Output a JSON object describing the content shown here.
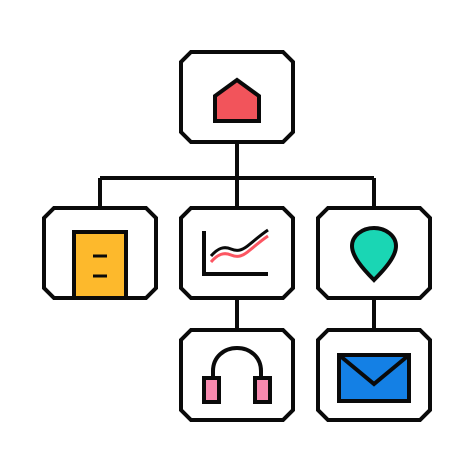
{
  "diagram": {
    "type": "site-map-hierarchy",
    "colors": {
      "outline": "#0a0a0a",
      "background": "#ffffff",
      "home": "#f2545b",
      "document": "#fdb92c",
      "chart_line": "#fc5662",
      "location_pin": "#1ad6b4",
      "headphones": "#f789ae",
      "envelope": "#1480e5"
    },
    "nodes": [
      {
        "id": "home",
        "icon": "home-icon",
        "level": 0
      },
      {
        "id": "document",
        "icon": "document-icon",
        "level": 1
      },
      {
        "id": "analytics",
        "icon": "line-chart-icon",
        "level": 1
      },
      {
        "id": "location",
        "icon": "location-pin-icon",
        "level": 1
      },
      {
        "id": "support",
        "icon": "headphones-icon",
        "level": 2
      },
      {
        "id": "mail",
        "icon": "envelope-icon",
        "level": 2
      }
    ],
    "edges": [
      {
        "from": "home",
        "to": "document"
      },
      {
        "from": "home",
        "to": "analytics"
      },
      {
        "from": "home",
        "to": "location"
      },
      {
        "from": "analytics",
        "to": "support"
      },
      {
        "from": "location",
        "to": "mail"
      }
    ]
  }
}
